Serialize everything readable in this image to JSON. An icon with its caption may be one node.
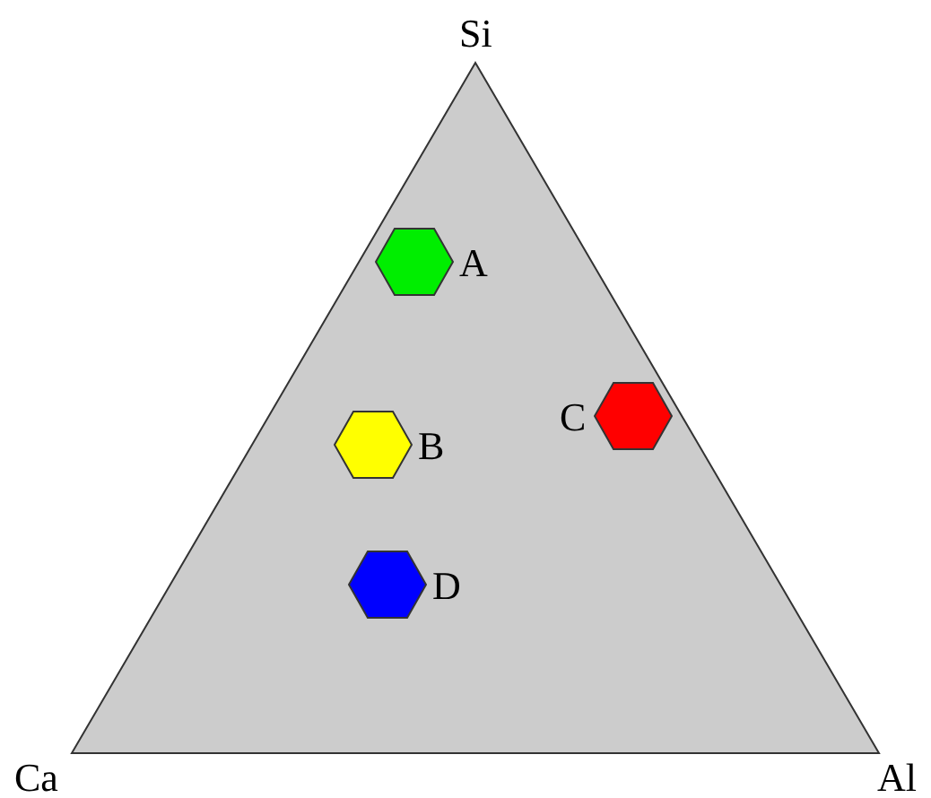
{
  "diagram": {
    "nodes": [
      {
        "text": [],
        "shape": "hexagon",
        "beside": [
          "A"
        ]
      },
      {
        "text": [],
        "shape": "hexagon",
        "beside": [
          "B"
        ]
      },
      {
        "text": [],
        "shape": "hexagon",
        "beside": [
          "C"
        ]
      },
      {
        "text": [],
        "shape": "hexagon",
        "beside": [
          "D"
        ]
      }
    ],
    "edges": [],
    "labels": [
      "Si",
      "Ca",
      "Al"
    ]
  }
}
